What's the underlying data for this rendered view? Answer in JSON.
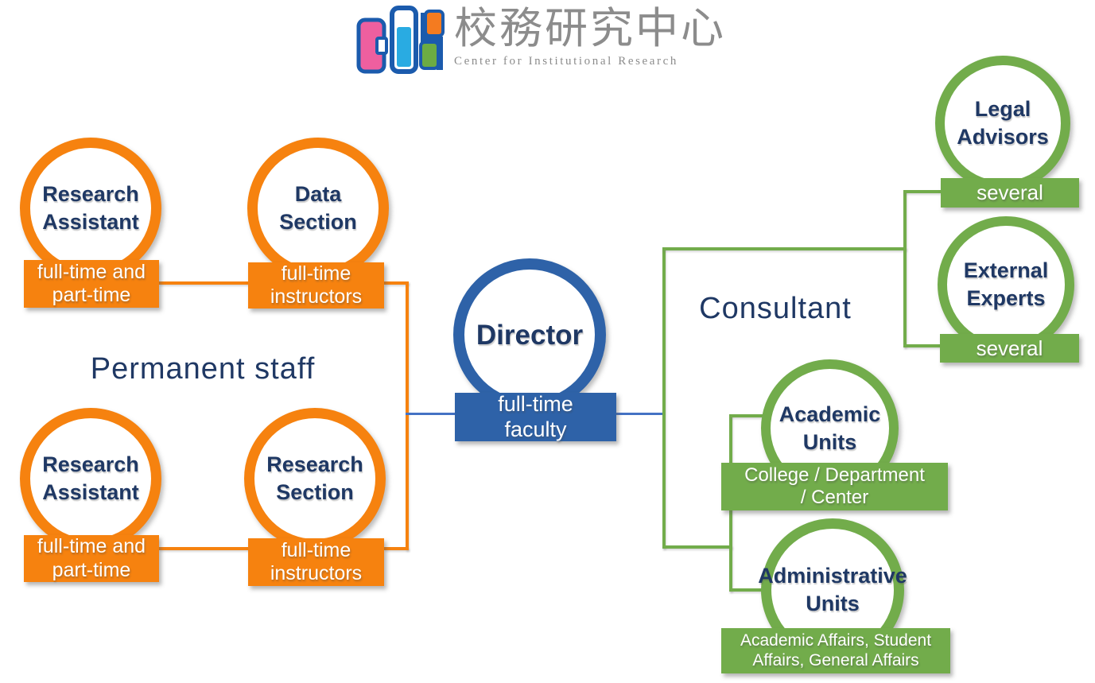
{
  "logo": {
    "title_zh": "校務研究中心",
    "subtitle_en": "Center for Institutional Research"
  },
  "group_labels": {
    "left": "Permanent staff",
    "right": "Consultant"
  },
  "nodes": [
    {
      "id": "research-assistant-top",
      "group": "permanent-staff",
      "color": "orange",
      "title_lines": [
        "Research",
        "Assistant"
      ],
      "tag_lines": [
        "full-time and",
        "part-time"
      ]
    },
    {
      "id": "data-section",
      "group": "permanent-staff",
      "color": "orange",
      "title_lines": [
        "Data",
        "Section"
      ],
      "tag_lines": [
        "full-time",
        "instructors"
      ]
    },
    {
      "id": "research-assistant-bottom",
      "group": "permanent-staff",
      "color": "orange",
      "title_lines": [
        "Research",
        "Assistant"
      ],
      "tag_lines": [
        "full-time and",
        "part-time"
      ]
    },
    {
      "id": "research-section",
      "group": "permanent-staff",
      "color": "orange",
      "title_lines": [
        "Research",
        "Section"
      ],
      "tag_lines": [
        "full-time",
        "instructors"
      ]
    },
    {
      "id": "director",
      "group": "center",
      "color": "blue",
      "title_lines": [
        "Director",
        ""
      ],
      "tag_lines": [
        "full-time",
        "faculty"
      ]
    },
    {
      "id": "legal-advisors",
      "group": "consultant",
      "color": "green",
      "title_lines": [
        "Legal",
        "Advisors"
      ],
      "tag_lines": [
        "several",
        ""
      ]
    },
    {
      "id": "external-experts",
      "group": "consultant",
      "color": "green",
      "title_lines": [
        "External",
        "Experts"
      ],
      "tag_lines": [
        "several",
        ""
      ]
    },
    {
      "id": "academic-units",
      "group": "consultant",
      "color": "green",
      "title_lines": [
        "Academic",
        "Units"
      ],
      "tag_lines": [
        "College / Department",
        "/ Center"
      ]
    },
    {
      "id": "administrative-units",
      "group": "consultant",
      "color": "green",
      "title_lines": [
        "Administrative",
        "Units"
      ],
      "tag_lines": [
        "Academic Affairs, Student",
        "Affairs, General Affairs"
      ]
    }
  ],
  "colors": {
    "orange": "#F6820F",
    "director_blue": "#2E62A8",
    "green": "#72AC4B",
    "navy_text": "#1F3864",
    "connector_blue": "#4472C4",
    "logo_gray": "#8C8C8C",
    "logo_pink": "#EE5F9F",
    "logo_cyan": "#29ABE2",
    "logo_blue": "#1B5BAD",
    "logo_orange": "#F47B20",
    "logo_green": "#6CAC43"
  }
}
